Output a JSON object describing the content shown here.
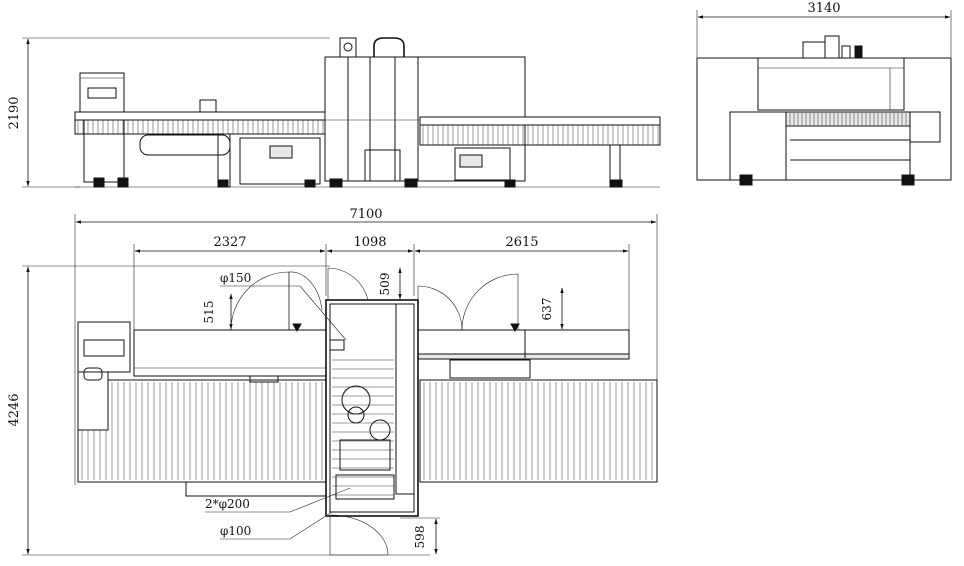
{
  "dimensions": {
    "front_height": "2190",
    "side_width": "3140",
    "total_length": "7100",
    "left_section": "2327",
    "center_section": "1098",
    "right_section": "2615",
    "plan_depth": "4246",
    "door_left": "515",
    "door_center": "509",
    "door_right": "637",
    "front_clearance": "598"
  },
  "callouts": {
    "phi150": "φ150",
    "phi200": "2*φ200",
    "phi100": "φ100"
  }
}
